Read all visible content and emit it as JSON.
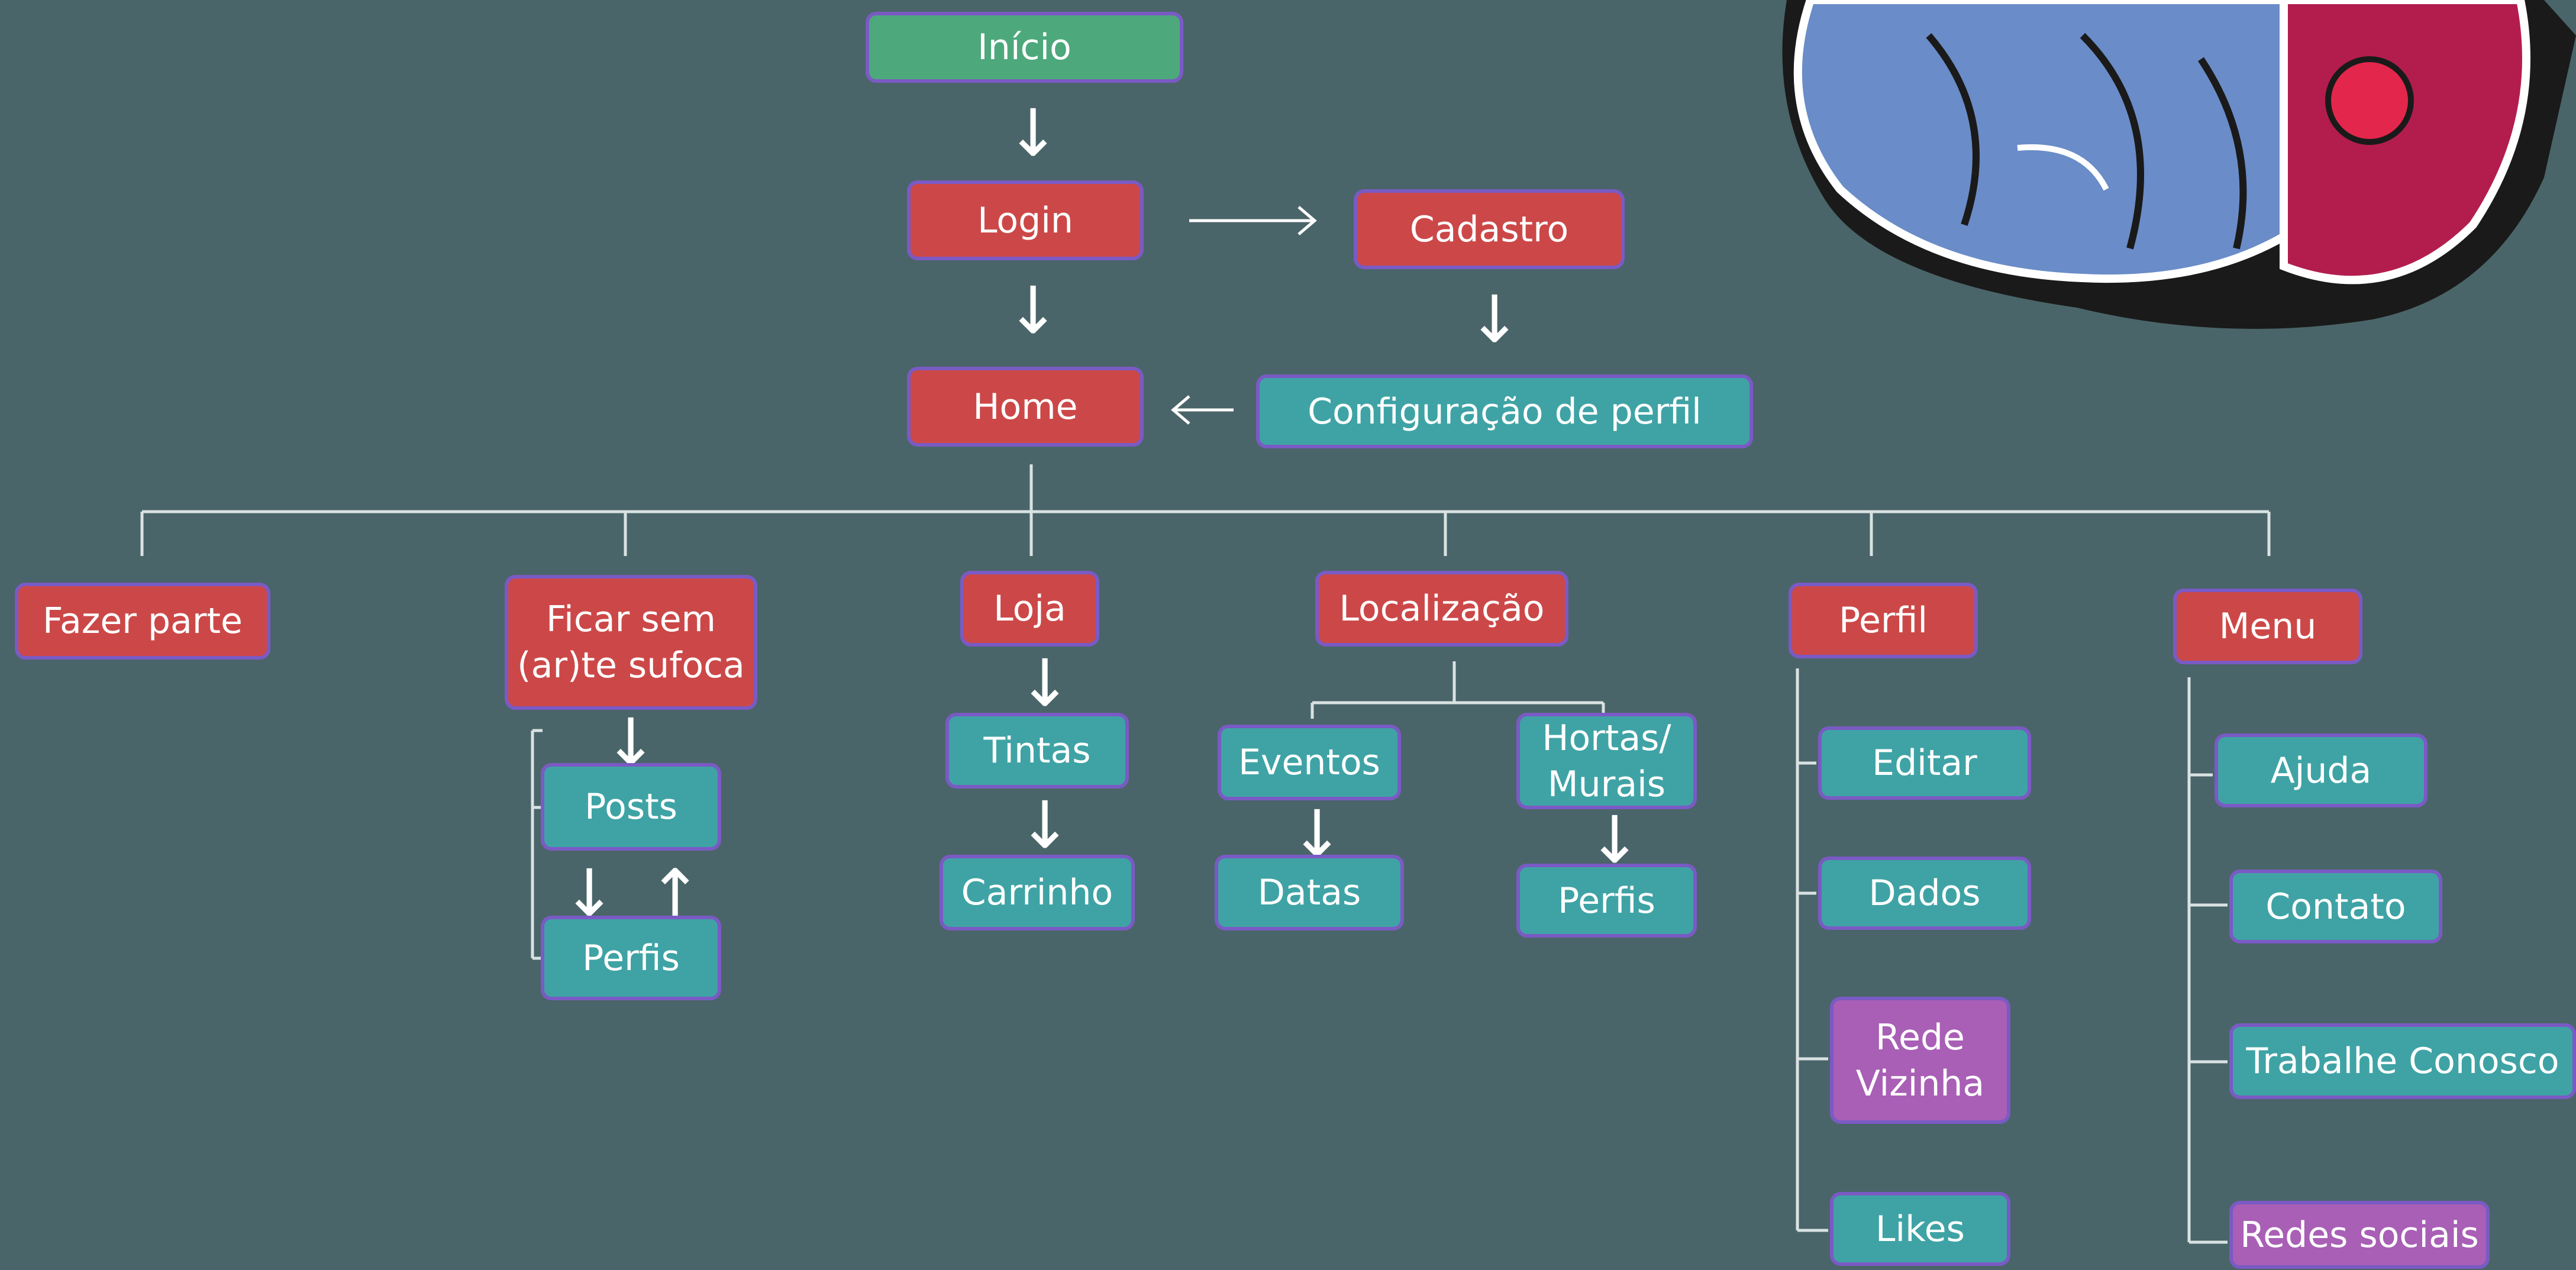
{
  "colors": {
    "background": "#4a6569",
    "red": "#cc4848",
    "teal": "#3fa3a5",
    "green": "#4da87c",
    "purple": "#a85fb5",
    "border": "#7a5ac4"
  },
  "flow": {
    "inicio": "Início",
    "login": "Login",
    "cadastro": "Cadastro",
    "home": "Home",
    "config_perfil": "Configuração de perfil"
  },
  "branches": {
    "fazer_parte": "Fazer parte",
    "ficar_sem": "Ficar sem\n(ar)te sufoca",
    "ficar_posts": "Posts",
    "ficar_perfis": "Perfis",
    "loja": "Loja",
    "loja_tintas": "Tintas",
    "loja_carrinho": "Carrinho",
    "localizacao": "Localização",
    "loc_eventos": "Eventos",
    "loc_datas": "Datas",
    "loc_hortas": "Hortas/\nMurais",
    "loc_perfis": "Perfis",
    "perfil": "Perfil",
    "perfil_editar": "Editar",
    "perfil_dados": "Dados",
    "perfil_rede": "Rede\nVizinha",
    "perfil_likes": "Likes",
    "menu": "Menu",
    "menu_ajuda": "Ajuda",
    "menu_contato": "Contato",
    "menu_trabalhe": "Trabalhe Conosco",
    "menu_redes": "Redes sociais"
  },
  "icons": {
    "down": "↓",
    "up": "↑",
    "right": "⟶",
    "left": "⟵",
    "logo": "logo-illustration"
  }
}
